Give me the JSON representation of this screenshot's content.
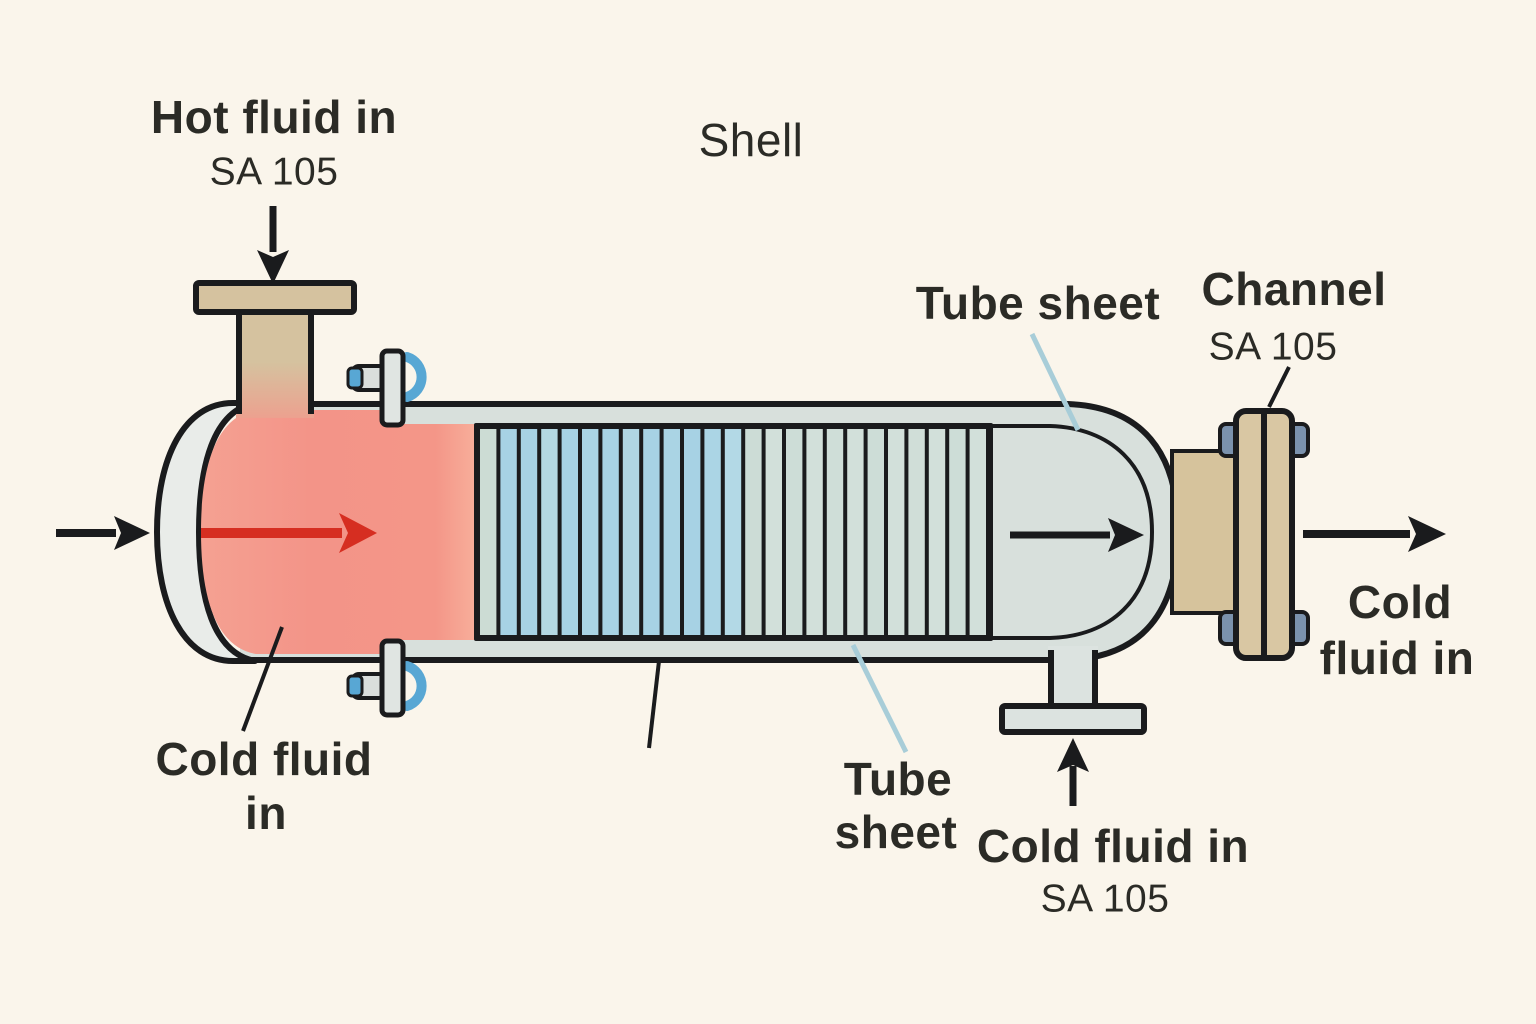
{
  "labels": {
    "hot_fluid_in": "Hot fluid in",
    "hot_spec": "SA 105",
    "shell": "Shell",
    "tube_sheet_top": "Tube sheet",
    "channel": "Channel",
    "channel_spec": "SA 105",
    "cold_out_line1": "Cold",
    "cold_out_line2": "fluid in",
    "cold_left_line1": "Cold fluid",
    "cold_left_line2": "in",
    "tube_sheet_bottom_line1": "Tube",
    "tube_sheet_bottom_line2": "sheet",
    "cold_bottom": "Cold fluid in",
    "cold_bottom_spec": "SA 105"
  },
  "colors": {
    "background": "#faf5eb",
    "outline": "#1a1b1d",
    "shell_fill": "#d8e0dc",
    "head_rim": "#e9ece9",
    "hot_fluid": "#f39488",
    "hot_fluid_light": "#f8af9b",
    "nozzle_tan": "#d5c29f",
    "flange_tan": "#d9c7a3",
    "outlet_gray": "#dce3e0",
    "bolt_blue": "#7b92ad",
    "clamp_blue": "#58a7d4",
    "hot_arrow_red": "#d62e21",
    "cold_tube_blue": "#a7d2e4",
    "warm_tube_gray": "#d2e0da",
    "leader_blue": "#a8cdd8",
    "text": "#2b2b26"
  },
  "tubes": {
    "count": 25,
    "colors": [
      "#ccdcd4",
      "#a7d2e4",
      "#a7d2e4",
      "#b4d8e2",
      "#a7d2e4",
      "#aad4e4",
      "#a7d2e4",
      "#b0d6e3",
      "#a7d2e4",
      "#aad4e4",
      "#a7d2e4",
      "#abd5e5",
      "#b3d9e6",
      "#ccdcd6",
      "#d2e0da",
      "#cdddd7",
      "#d2e0da",
      "#cfded8",
      "#d2e0da",
      "#cdddd7",
      "#d2e0da",
      "#d0ded8",
      "#d2e0da",
      "#cdddd7",
      "#d2e0da"
    ]
  }
}
